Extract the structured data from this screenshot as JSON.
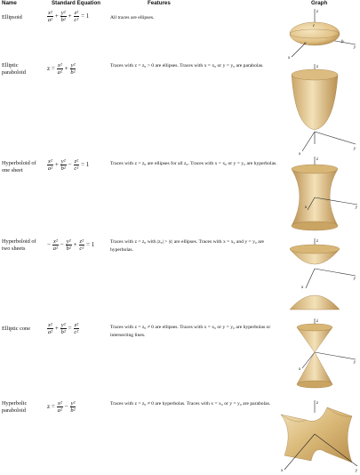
{
  "headers": {
    "name": "Name",
    "equation": "Standard Equation",
    "features": "Features",
    "graph": "Graph"
  },
  "rows": [
    {
      "name": "Ellipsoid",
      "eq": {
        "t1n": "x²",
        "t1d": "a²",
        "o1": "+",
        "t2n": "y²",
        "t2d": "b²",
        "o2": "+",
        "t3n": "z²",
        "t3d": "c²",
        "rhs": "= 1"
      },
      "features": "All traces are ellipses."
    },
    {
      "name": "Elliptic paraboloid",
      "eq": {
        "lhs": "z =",
        "t1n": "x²",
        "t1d": "a²",
        "o1": "+",
        "t2n": "y²",
        "t2d": "b²"
      },
      "features": "Traces with z = z₀ > 0 are ellipses. Traces with x = x₀ or y = y₀ are parabolas."
    },
    {
      "name": "Hyperboloid of one sheet",
      "eq": {
        "t1n": "x²",
        "t1d": "a²",
        "o1": "+",
        "t2n": "y²",
        "t2d": "b²",
        "o2": "−",
        "t3n": "z²",
        "t3d": "c²",
        "rhs": "= 1"
      },
      "features": "Traces with z = z₀ are ellipses for all z₀. Traces with x = x₀ or y = y₀ are hyperbolas."
    },
    {
      "name": "Hyperboloid of two sheets",
      "eq": {
        "lhs": "−",
        "t1n": "x²",
        "t1d": "a²",
        "o1": "−",
        "t2n": "y²",
        "t2d": "b²",
        "o2": "+",
        "t3n": "z²",
        "t3d": "c²",
        "rhs": "= 1"
      },
      "features": "Traces with z = z₀ with |z₀| > |c| are ellipses. Traces with x = x₀ and y = y₀ are hyperbolas."
    },
    {
      "name": "Elliptic cone",
      "eq": {
        "t1n": "x²",
        "t1d": "a²",
        "o1": "+",
        "t2n": "y²",
        "t2d": "b²",
        "rhs": "=",
        "t3n": "z²",
        "t3d": "c²"
      },
      "features": "Traces with z = z₀ ≠ 0 are ellipses. Traces with x = x₀ or y = y₀ are hyperbolas or intersecting lines."
    },
    {
      "name": "Hyperbolic paraboloid",
      "eq": {
        "lhs": "z =",
        "t1n": "x²",
        "t1d": "a²",
        "o1": "−",
        "t2n": "y²",
        "t2d": "b²"
      },
      "features": "Traces with z = z₀ ≠ 0 are hyperbolas. Traces with x = x₀ or y = y₀ are parabolas."
    }
  ],
  "axis_labels": {
    "x": "x",
    "y": "y",
    "z": "z",
    "a": "a",
    "b": "b",
    "c": "c"
  },
  "colors": {
    "surface": "#e8cf9a",
    "surface_dark": "#c9a566",
    "axis": "#222222"
  }
}
